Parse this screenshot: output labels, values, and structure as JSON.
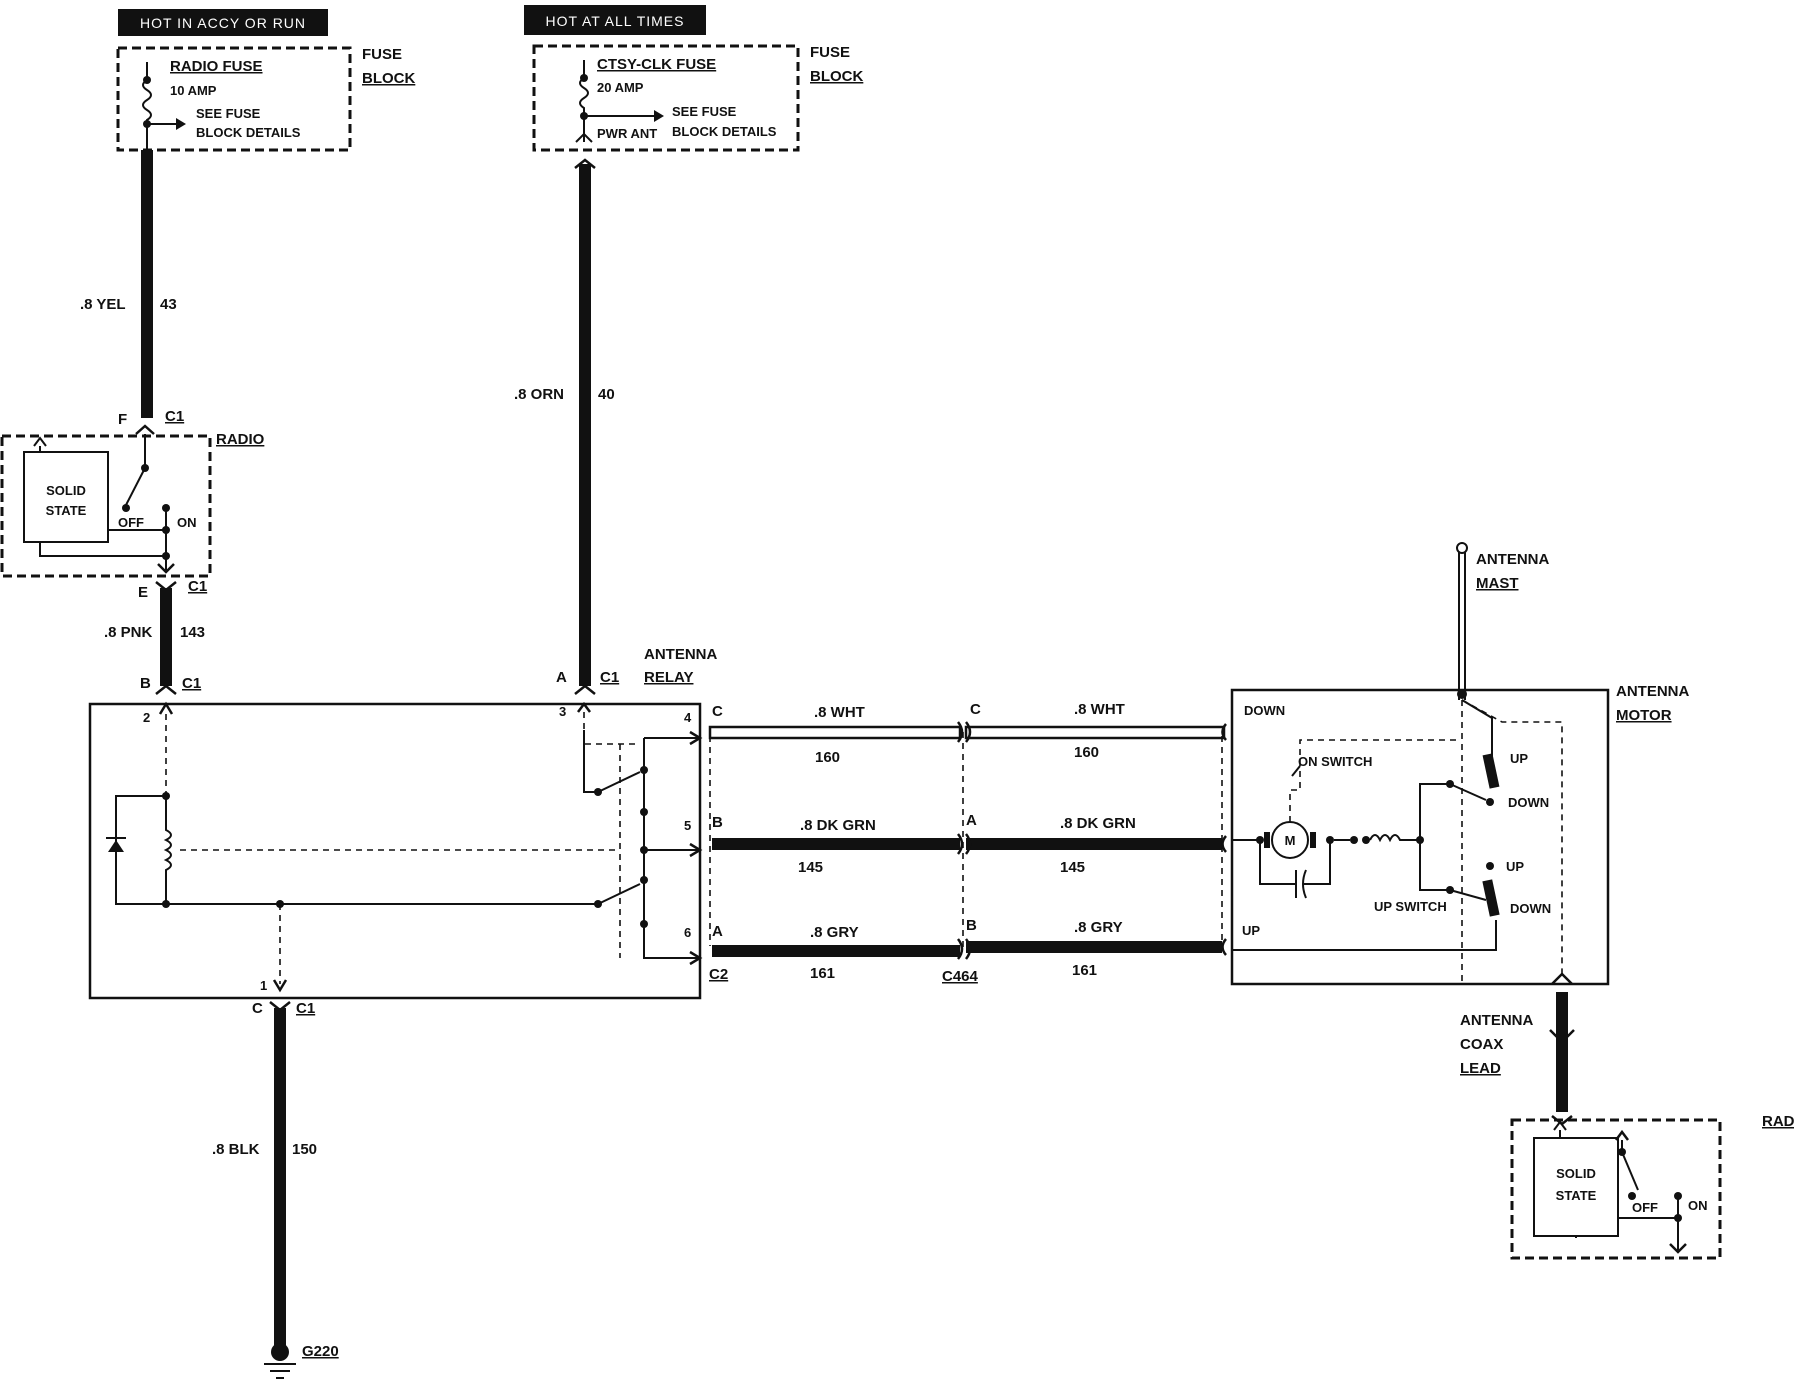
{
  "banners": {
    "radio_fuse": "HOT IN ACCY OR RUN",
    "ctsy_fuse": "HOT AT ALL TIMES"
  },
  "fuse_blocks": {
    "radio": {
      "name": "RADIO FUSE",
      "rating": "10 AMP",
      "see_1": "SEE FUSE",
      "see_2": "BLOCK DETAILS",
      "label_1": "FUSE",
      "label_2": "BLOCK"
    },
    "ctsy": {
      "name": "CTSY-CLK FUSE",
      "rating": "20 AMP",
      "see_1": "SEE FUSE",
      "see_2": "BLOCK DETAILS",
      "tap": "PWR ANT",
      "label_1": "FUSE",
      "label_2": "BLOCK"
    }
  },
  "wires": {
    "w43": {
      "color": ".8 YEL",
      "circuit": "43"
    },
    "w40": {
      "color": ".8 ORN",
      "circuit": "40"
    },
    "w143": {
      "color": ".8 PNK",
      "circuit": "143"
    },
    "w150": {
      "color": ".8 BLK",
      "circuit": "150"
    },
    "w160a": {
      "color": ".8 WHT",
      "circuit": "160"
    },
    "w160b": {
      "color": ".8 WHT",
      "circuit": "160"
    },
    "w145a": {
      "color": ".8 DK GRN",
      "circuit": "145"
    },
    "w145b": {
      "color": ".8 DK GRN",
      "circuit": "145"
    },
    "w161a": {
      "color": ".8 GRY",
      "circuit": "161"
    },
    "w161b": {
      "color": ".8 GRY",
      "circuit": "161"
    }
  },
  "connectors": {
    "c1": "C1",
    "c2": "C2",
    "c464": "C464",
    "ground": "G220",
    "pin_f": "F",
    "pin_e": "E",
    "pin_b": "B",
    "pin_a": "A",
    "pin_c": "C",
    "relay_pin_a": "A",
    "relay_pin_b": "B",
    "relay_pin_c": "C",
    "inline_c": "C",
    "inline_a": "A",
    "inline_b": "B",
    "relay_terminals": [
      "2",
      "3",
      "4",
      "5",
      "6",
      "1"
    ]
  },
  "radio_top": {
    "label": "RADIO",
    "solid_1": "SOLID",
    "solid_2": "STATE",
    "off": "OFF",
    "on": "ON"
  },
  "radio_bottom": {
    "label": "RADIO",
    "solid_1": "SOLID",
    "solid_2": "STATE",
    "off": "OFF",
    "on": "ON"
  },
  "relay": {
    "label_1": "ANTENNA",
    "label_2": "RELAY"
  },
  "motor": {
    "label_1": "ANTENNA",
    "label_2": "MOTOR",
    "down": "DOWN",
    "up": "UP",
    "on_switch": "ON SWITCH",
    "up_switch": "UP SWITCH",
    "sw1_up": "UP",
    "sw1_down": "DOWN",
    "sw2_up": "UP",
    "sw2_down": "DOWN",
    "m": "M"
  },
  "mast": {
    "label_1": "ANTENNA",
    "label_2": "MAST"
  },
  "coax": {
    "label_1": "ANTENNA",
    "label_2": "COAX",
    "label_3": "LEAD"
  }
}
